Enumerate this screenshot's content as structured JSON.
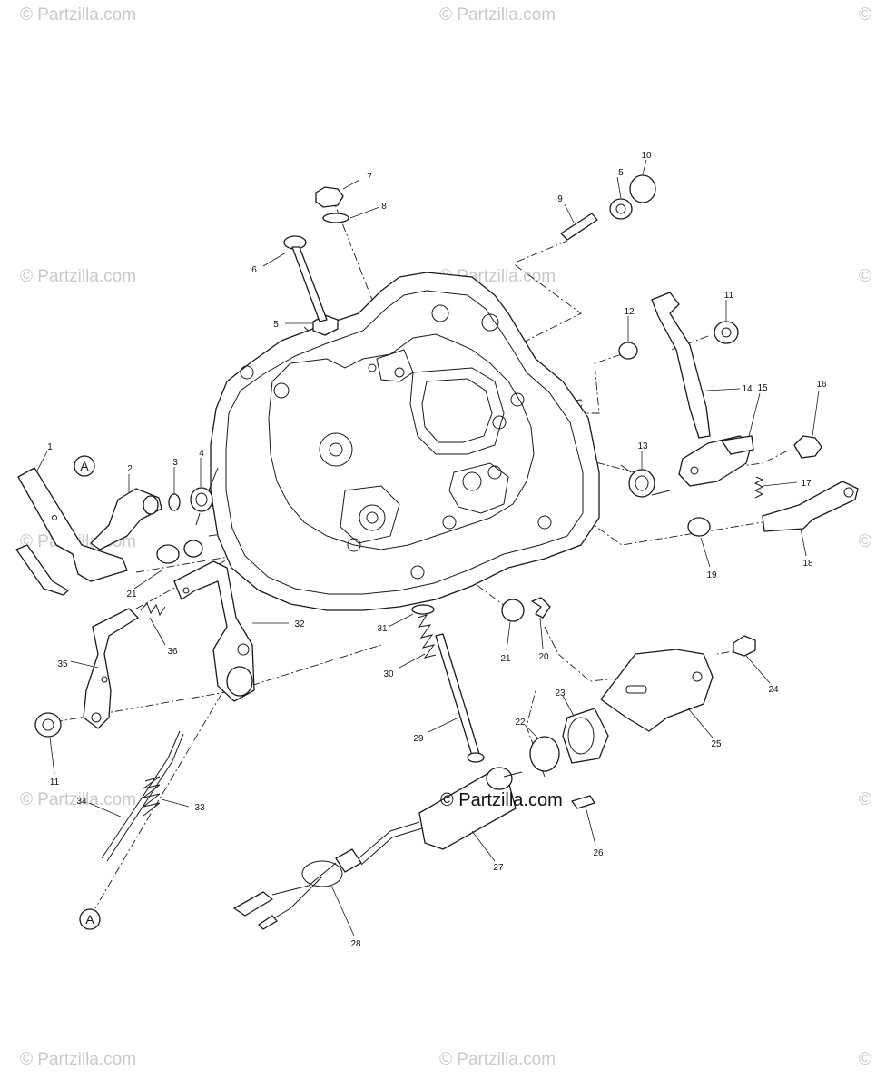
{
  "watermark": {
    "text": "© Partzilla.com",
    "edge_text": "©",
    "center_text": "© Partzilla.com",
    "color": "#c9c9c9"
  },
  "reference_marker": {
    "letter": "A"
  },
  "callouts": [
    "1",
    "2",
    "3",
    "4",
    "5",
    "5",
    "6",
    "7",
    "8",
    "9",
    "10",
    "11",
    "11",
    "12",
    "13",
    "14",
    "15",
    "16",
    "17",
    "18",
    "19",
    "20",
    "21",
    "21",
    "22",
    "23",
    "24",
    "25",
    "26",
    "27",
    "28",
    "29",
    "30",
    "31",
    "32",
    "33",
    "34",
    "35",
    "36"
  ]
}
